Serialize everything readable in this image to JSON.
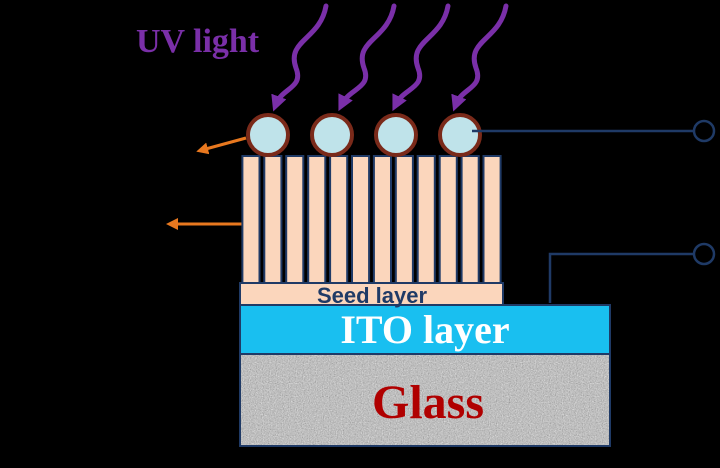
{
  "labels": {
    "uv_light": "UV light",
    "seed_layer": "Seed layer",
    "ito_layer": "ITO layer",
    "glass": "Glass"
  },
  "components": {
    "nanorod_count": 12,
    "particle_count": 4,
    "uv_arrow_count": 4,
    "emission_arrow_count": 2,
    "terminal_count": 2
  },
  "colors": {
    "background": "#000000",
    "uv": "#7a2fa8",
    "nanorod_fill": "#fbd6bc",
    "seed_fill": "#fbd6bc",
    "outline": "#1f3a66",
    "ito_fill": "#19bff0",
    "ito_text": "#ffffff",
    "glass_fill": "#b5b5b5",
    "glass_text": "#b00000",
    "particle_fill": "#bfe3ea",
    "particle_stroke": "#7a2a1a",
    "emission_arrow": "#e8781f",
    "wire": "#1f3a66",
    "terminal_stroke": "#1f3a66"
  }
}
